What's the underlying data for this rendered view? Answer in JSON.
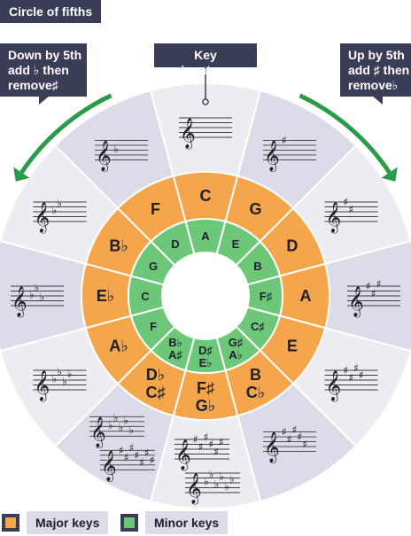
{
  "title": "Circle of fifths",
  "callouts": {
    "left": [
      "Down by 5th",
      "add ♭ then",
      "remove♯"
    ],
    "center": "Key signatures",
    "right": [
      "Up by 5th",
      "add ♯ then",
      "remove♭"
    ]
  },
  "colors": {
    "major": "#f5a54a",
    "minor": "#6cc878",
    "outer_light": "#ececf2",
    "outer_dark": "#dcdce8",
    "arrow": "#2a9b47",
    "dark_box": "#3a3d56"
  },
  "major_keys": [
    "C",
    "G",
    "D",
    "A",
    "E",
    "B\nC♭",
    "F♯\nG♭",
    "D♭\nC♯",
    "A♭",
    "E♭",
    "B♭",
    "F"
  ],
  "minor_keys": [
    "A",
    "E",
    "B",
    "F♯",
    "C♯",
    "G♯\nA♭",
    "D♯\nE♭",
    "B♭\nA♯",
    "F",
    "C",
    "G",
    "D"
  ],
  "key_signatures": [
    {
      "accidentals": [
        {
          "type": "none",
          "count": 0
        }
      ]
    },
    {
      "accidentals": [
        {
          "type": "sharp",
          "count": 1
        }
      ]
    },
    {
      "accidentals": [
        {
          "type": "sharp",
          "count": 2
        }
      ]
    },
    {
      "accidentals": [
        {
          "type": "sharp",
          "count": 3
        }
      ]
    },
    {
      "accidentals": [
        {
          "type": "sharp",
          "count": 4
        }
      ]
    },
    {
      "accidentals": [
        {
          "type": "sharp",
          "count": 5
        }
      ]
    },
    {
      "accidentals": [
        {
          "type": "sharp",
          "count": 6
        },
        {
          "type": "flat",
          "count": 6
        }
      ]
    },
    {
      "accidentals": [
        {
          "type": "flat",
          "count": 5
        },
        {
          "type": "sharp",
          "count": 7
        }
      ]
    },
    {
      "accidentals": [
        {
          "type": "flat",
          "count": 4
        }
      ]
    },
    {
      "accidentals": [
        {
          "type": "flat",
          "count": 3
        }
      ]
    },
    {
      "accidentals": [
        {
          "type": "flat",
          "count": 2
        }
      ]
    },
    {
      "accidentals": [
        {
          "type": "flat",
          "count": 1
        }
      ]
    }
  ],
  "legend": {
    "major_label": "Major keys",
    "minor_label": "Minor keys"
  }
}
